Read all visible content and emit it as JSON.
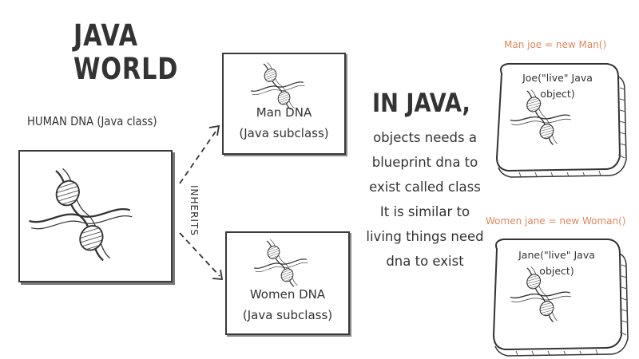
{
  "title": {
    "line1": "JAVA",
    "line2": "WORLD"
  },
  "human_dna": {
    "label": "HUMAN DNA (Java class)"
  },
  "inherits_label": "INHERITS",
  "man_dna": {
    "line1": "Man DNA",
    "line2": "(Java subclass)"
  },
  "women_dna": {
    "line1": "Women DNA",
    "line2": "(Java subclass)"
  },
  "in_java": {
    "heading": "IN JAVA,",
    "lines": [
      "objects needs a",
      "blueprint dna to",
      "exist called class",
      "It is similar to",
      "living things need",
      "dna to exist"
    ]
  },
  "man_object": {
    "code": "Man joe = new Man()",
    "line1": "Joe(\"live\" Java",
    "line2": "object)"
  },
  "women_object": {
    "code": "Women jane = new Woman()",
    "line1": "Jane(\"live\" Java",
    "line2": "object)"
  },
  "colors": {
    "ink": "#333333",
    "code": "#e0875a",
    "paper": "#ffffff"
  },
  "icons": [
    "dna-helix-icon"
  ]
}
